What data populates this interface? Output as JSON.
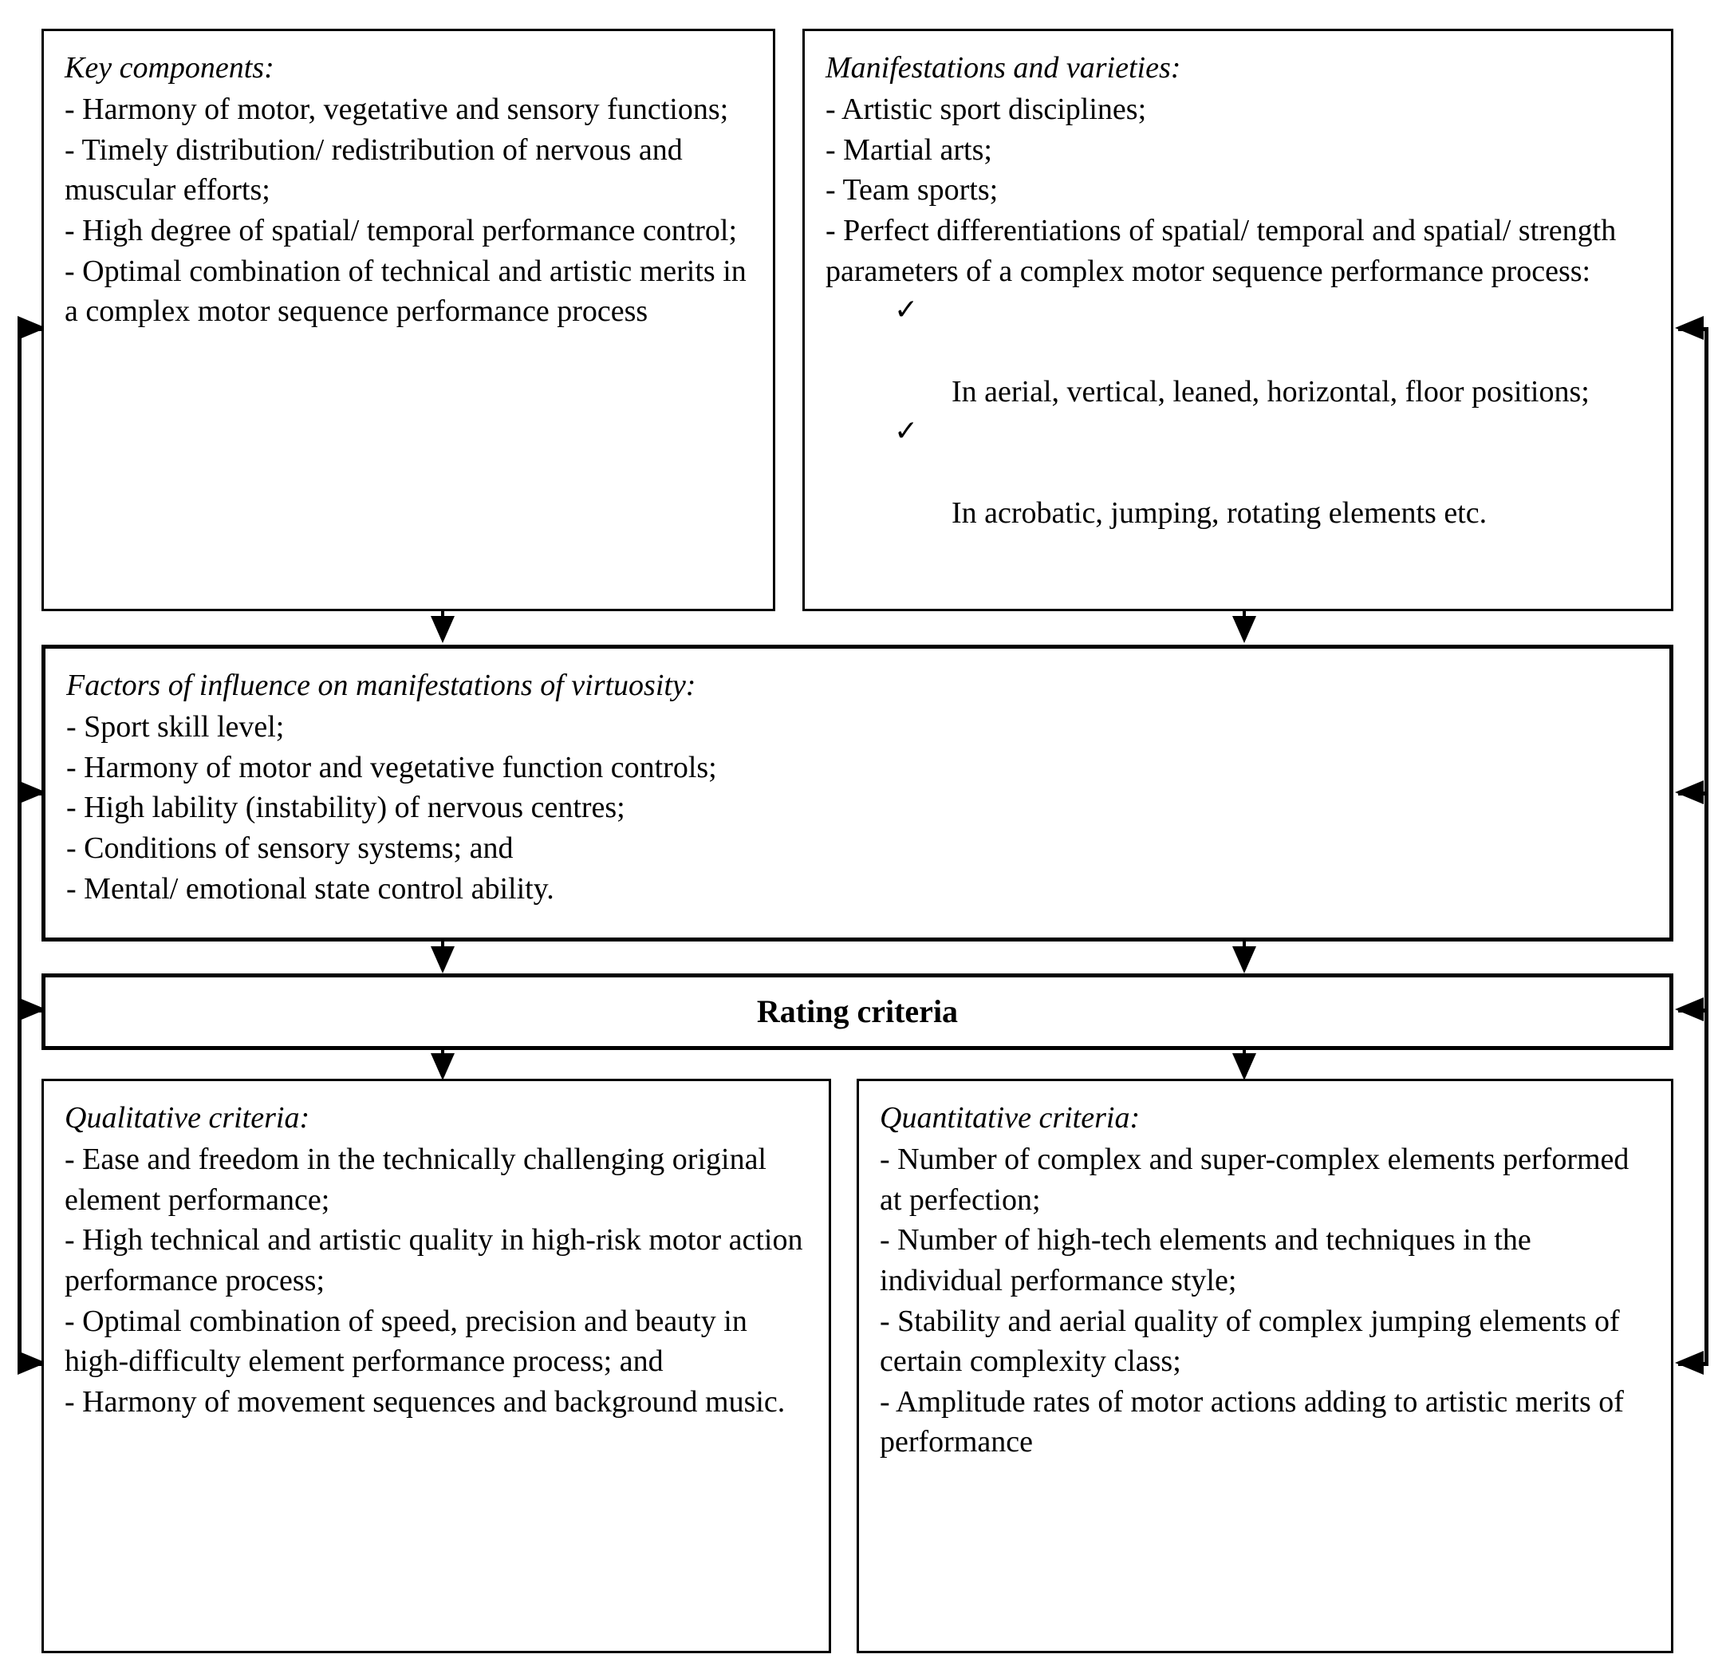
{
  "diagram": {
    "boxes": {
      "key_components": {
        "title": "Key components:",
        "items": [
          "- Harmony of motor, vegetative and sensory functions;",
          "- Timely distribution/ redistribution of nervous and muscular efforts;",
          "- High degree of spatial/ temporal performance control;",
          "- Optimal combination of technical and artistic merits in a complex motor sequence performance process"
        ]
      },
      "manifestations": {
        "title": "Manifestations and varieties:",
        "items": [
          "- Artistic sport disciplines;",
          "- Martial arts;",
          "- Team sports;",
          "- Perfect differentiations of spatial/ temporal and spatial/ strength parameters of a complex motor sequence performance process:"
        ],
        "check_marker": "✓",
        "sub_items": [
          "In aerial, vertical, leaned, horizontal, floor positions;",
          "In acrobatic, jumping, rotating elements etc."
        ]
      },
      "factors": {
        "title": "Factors of influence on manifestations of virtuosity:",
        "items": [
          "- Sport skill level;",
          "- Harmony of motor and vegetative function controls;",
          "- High lability (instability) of nervous centres;",
          "- Conditions of sensory systems; and",
          "- Mental/ emotional state control ability."
        ]
      },
      "rating": {
        "title": "Rating criteria"
      },
      "qualitative": {
        "title": "Qualitative criteria:",
        "items": [
          "- Ease and freedom in the technically challenging original element performance;",
          "- High technical and artistic quality in high-risk motor action performance process;",
          "- Optimal combination of speed, precision and beauty in high-difficulty element performance process; and",
          "- Harmony of movement sequences and background music."
        ]
      },
      "quantitative": {
        "title": "Quantitative criteria:",
        "items": [
          "- Number of complex and super-complex elements performed at perfection;",
          "- Number of high-tech elements and techniques in the individual performance style;",
          "- Stability and aerial quality of complex jumping elements of certain complexity class;",
          "- Amplitude rates of motor actions adding to artistic merits of performance"
        ]
      }
    },
    "colors": {
      "stroke": "#000000",
      "background": "#ffffff"
    }
  }
}
